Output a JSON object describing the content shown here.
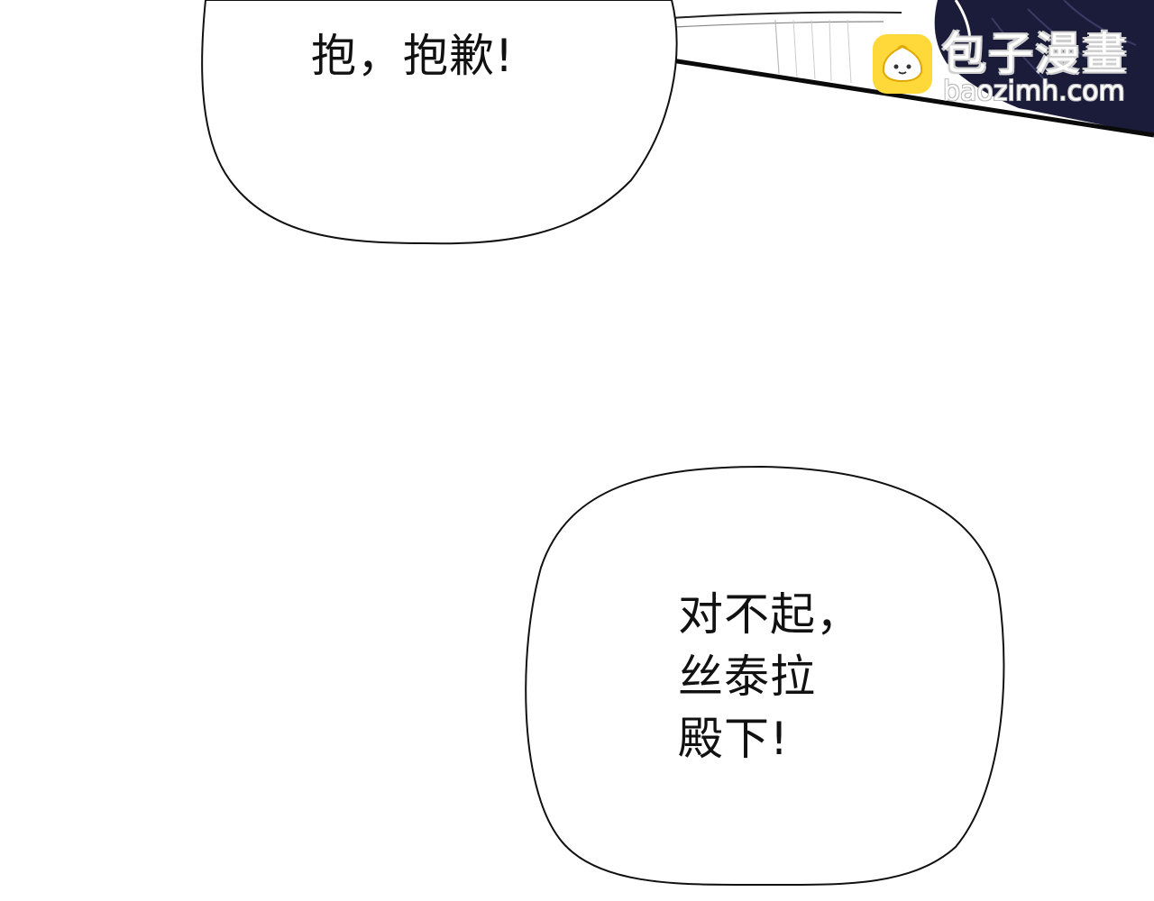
{
  "panel": {
    "bubbles": [
      {
        "lines": [
          "抱，抱歉!"
        ]
      },
      {
        "lines": [
          "对不起，",
          "丝泰拉",
          "殿下!"
        ]
      }
    ]
  },
  "watermark": {
    "name": "包子漫畫",
    "url": "baozimh.com",
    "logo_color": "#FFD83A"
  },
  "colors": {
    "background": "#ffffff",
    "ink": "#111111",
    "dark_cloth": "#1b1c3a"
  }
}
